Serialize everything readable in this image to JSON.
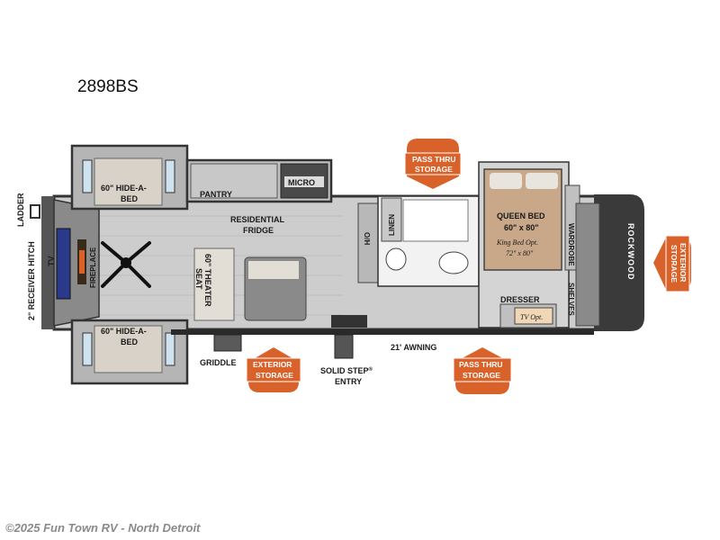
{
  "model": "2898BS",
  "footer": "©2025 Fun Town RV - North Detroit",
  "brand": "ROCKWOOD",
  "colors": {
    "badge": "#d9622b",
    "wall": "#3a3a3a",
    "floor": "#cfcfcf",
    "cab": "#bcbcbc"
  },
  "labels": {
    "ladder": "LADDER",
    "receiver_hitch": "2\" RECEIVER HITCH",
    "tv": "TV",
    "fireplace": "FIREPLACE",
    "hide_a_bed_top_1": "60\" HIDE-A-",
    "hide_a_bed_top_2": "BED",
    "hide_a_bed_bottom_1": "60\" HIDE-A-",
    "hide_a_bed_bottom_2": "BED",
    "pantry": "PANTRY",
    "micro": "MICRO",
    "fridge_1": "RESIDENTIAL",
    "fridge_2": "FRIDGE",
    "theater_1": "60\" THEATER",
    "theater_2": "SEAT",
    "oh": "O/H",
    "linen": "LINEN",
    "queen_1": "QUEEN BED",
    "queen_2": "60\" x 80\"",
    "king_1": "King Bed Opt.",
    "king_2": "72\" x 80\"",
    "wardrobe": "WARDROBE",
    "shelves": "SHELVES",
    "dresser": "DRESSER",
    "tv_opt": "TV Opt.",
    "griddle": "GRIDDLE",
    "solid_step_1": "SOLID STEP",
    "solid_step_reg": "®",
    "solid_step_2": "ENTRY",
    "awning": "21' AWNING"
  },
  "badges": {
    "pass_thru_top": [
      "PASS THRU",
      "STORAGE"
    ],
    "pass_thru_bottom": [
      "PASS THRU",
      "STORAGE"
    ],
    "exterior_bottom": [
      "EXTERIOR",
      "STORAGE"
    ],
    "exterior_right": [
      "EXTERIOR",
      "STORAGE"
    ]
  }
}
